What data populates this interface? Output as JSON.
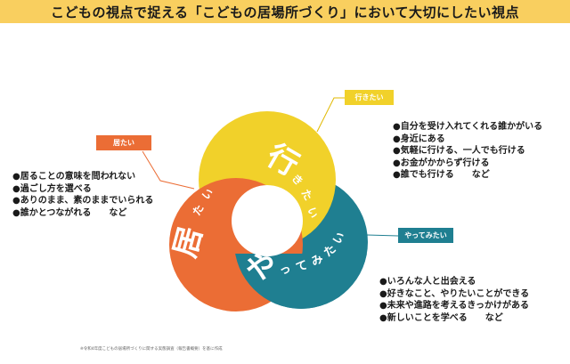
{
  "title": "こどもの視点で捉える「こどもの居場所づくり」において大切にしたい視点",
  "colors": {
    "header": "#f9cf5f",
    "yellow": "#f1d12a",
    "orange": "#eb6d35",
    "teal": "#1f7f91"
  },
  "circles": {
    "ikitai": {
      "big": "行",
      "small": [
        "き",
        "た",
        "い"
      ]
    },
    "itai": {
      "big": "居",
      "small": [
        "た",
        "い"
      ]
    },
    "yattemitai": {
      "big": "や",
      "small": [
        "っ",
        "て",
        "み",
        "た",
        "い"
      ]
    }
  },
  "sections": {
    "itai": {
      "label": "居たい",
      "items": [
        "居ることの意味を問われない",
        "過ごし方を選べる",
        "ありのまま、素のままでいられる",
        "誰かとつながれる　　など"
      ]
    },
    "ikitai": {
      "label": "行きたい",
      "items": [
        "自分を受け入れてくれる誰かがいる",
        "身近にある",
        "気軽に行ける、一人でも行ける",
        "お金がかからず行ける",
        "誰でも行ける　　など"
      ]
    },
    "yattemitai": {
      "label": "やってみたい",
      "items": [
        "いろんな人と出会える",
        "好きなこと、やりたいことができる",
        "未来や進路を考えるきっかけがある",
        "新しいことを学べる　　など"
      ]
    }
  },
  "footnote": "※令和4年度こどもの居場所づくりに関する実態調査（報告書概要）を基に作成"
}
